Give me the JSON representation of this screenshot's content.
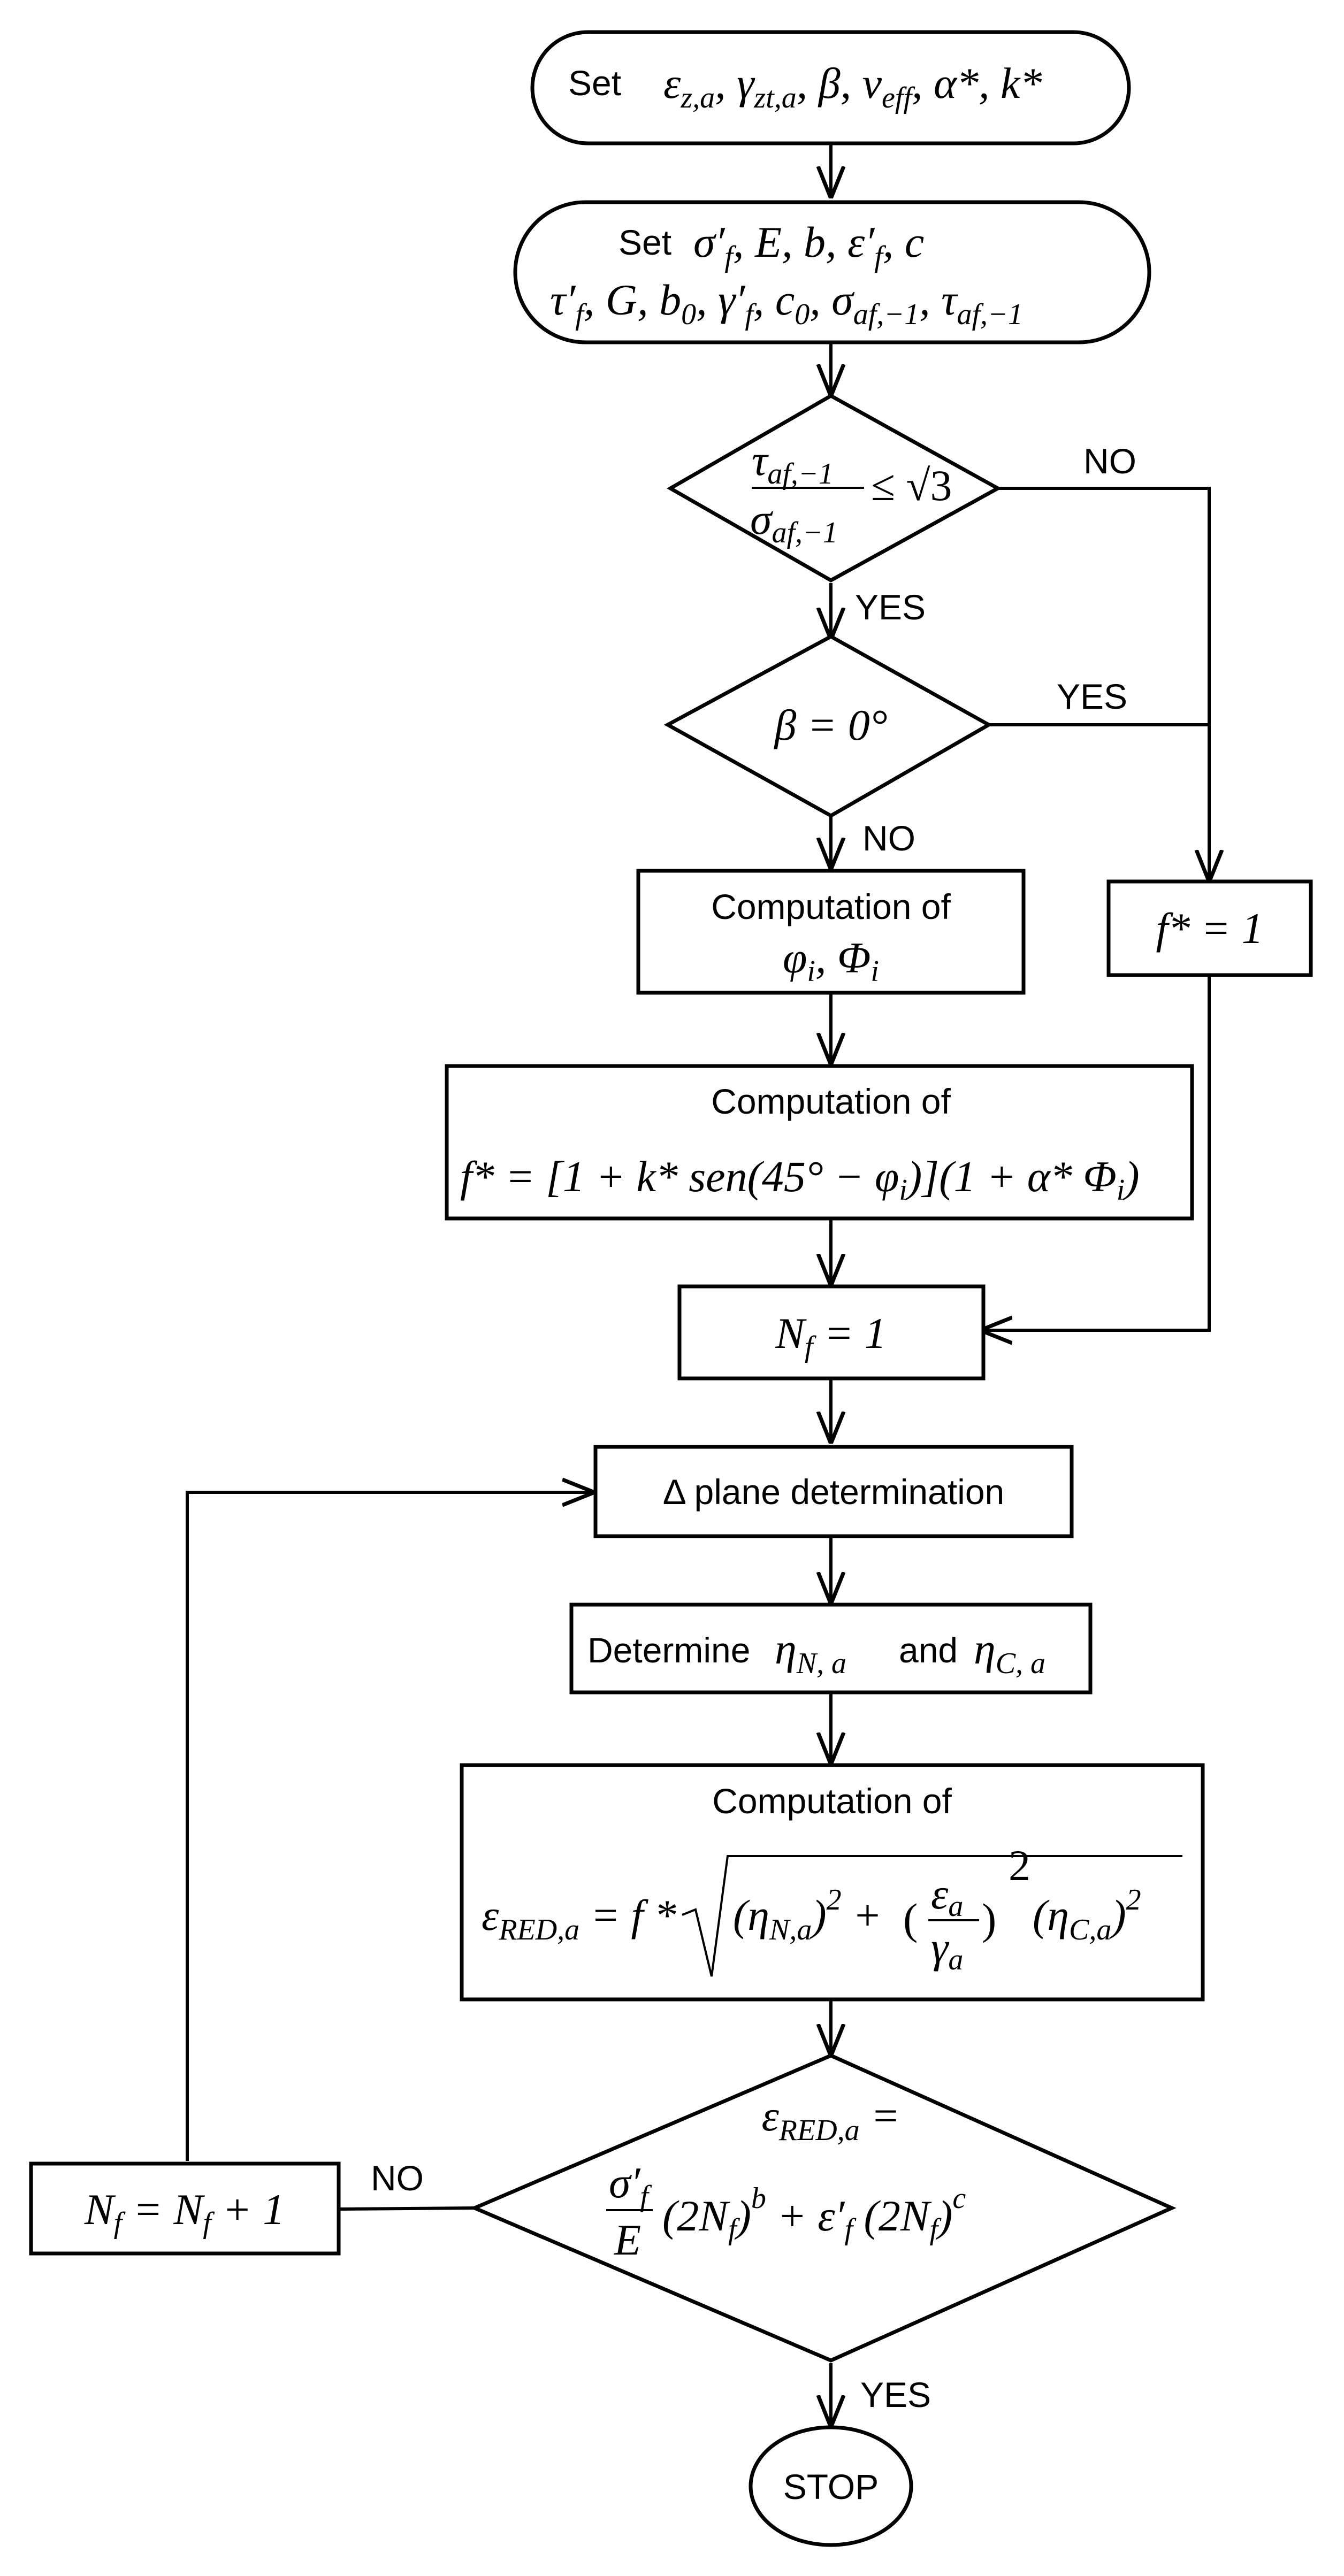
{
  "nodes": {
    "start": {
      "prefix": "Set",
      "formula": "ε_{z,a} , γ_{zt,a} , β, ν_{eff} ,α*, k*"
    },
    "set_params": {
      "prefix": "Set",
      "line1": "σ′_f , E, b, ε′_f , c",
      "line2": "τ′_f , G, b_0 , γ′_f , c_0 , σ_{af,−1} , τ_{af,−1}"
    },
    "decision_ratio": {
      "numerator": "τ_{af,−1}",
      "denominator": "σ_{af,−1}",
      "relation": "≤ √3"
    },
    "decision_beta": {
      "formula": "β = 0°"
    },
    "phi_box": {
      "title": "Computation of",
      "formula": "φ_i , Φ_i"
    },
    "f_one": {
      "formula": "f* = 1"
    },
    "f_compute": {
      "title": "Computation of",
      "formula": "f* = [1 + k* sen(45° − φ_i)](1 + α* Φ_i)"
    },
    "nf_init": {
      "formula": "N_f = 1"
    },
    "delta_plane": {
      "label": "Δ plane determination"
    },
    "determine": {
      "prefix": "Determine",
      "eta_n": "η_{N, a}",
      "and": "and",
      "eta_c": "η_{C, a}"
    },
    "red_compute": {
      "title": "Computation of",
      "formula": "ε_{RED,a} = f* √((η_{N,a})² + (ε_a/γ_a)² (η_{C,a})²)"
    },
    "decision_final": {
      "line1": "ε_{RED,a} =",
      "line2": "σ′_f/E (2N_f)^b + ε′_f (2N_f)^c"
    },
    "nf_increment": {
      "formula": "N_f = N_f + 1"
    },
    "stop": {
      "label": "STOP"
    }
  },
  "edge_labels": {
    "ratio_no": "NO",
    "ratio_yes": "YES",
    "beta_yes": "YES",
    "beta_no": "NO",
    "final_no": "NO",
    "final_yes": "YES"
  }
}
